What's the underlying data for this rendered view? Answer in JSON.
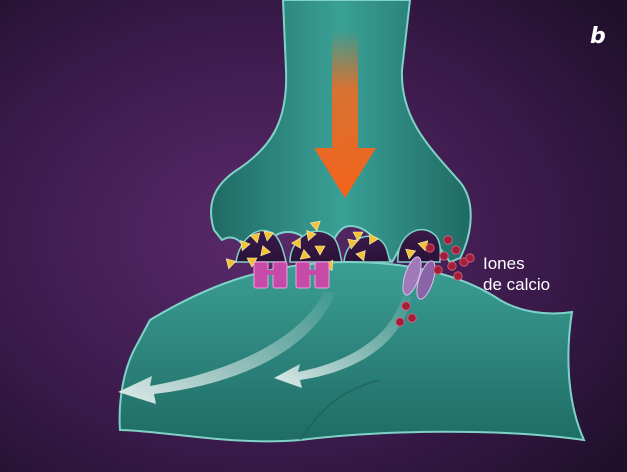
{
  "panel_letter": "b",
  "calcium_label": {
    "line1": "Iones",
    "line2": "de calcio"
  },
  "colors": {
    "background_center": "#5a2a6a",
    "background_edge": "#1e0f2a",
    "neuron": "#2f8c84",
    "neuron_dark": "#1d5f5a",
    "neuron_edge": "#7fd2c8",
    "arrow": "#f26b21",
    "vesicle": "#f2c239",
    "receptor": "#c64aa8",
    "calcium_ion": "#a0203a",
    "channel": "#a07ab8",
    "flow_arrow": "#e8f2f0"
  },
  "icons": {
    "signal": "arrow-down-icon",
    "flow": "curved-arrow-icon"
  }
}
